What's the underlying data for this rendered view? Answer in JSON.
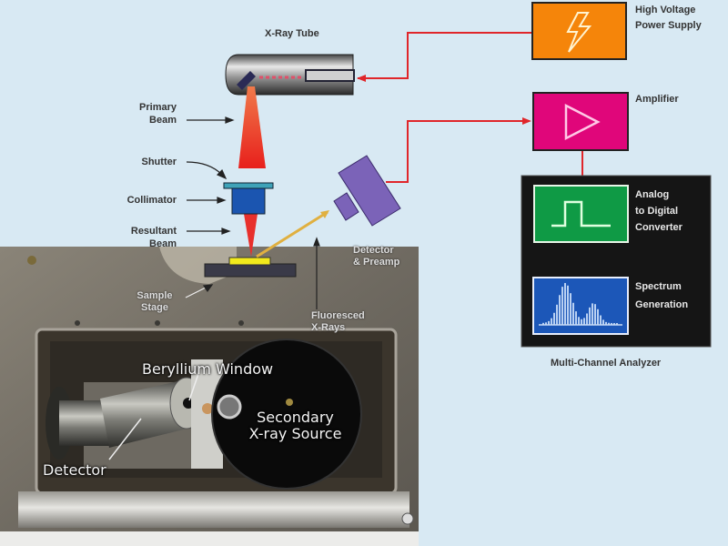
{
  "diagram": {
    "title_tube": "X-Ray Tube",
    "left_labels": {
      "primary_beam": [
        "Primary",
        "Beam"
      ],
      "shutter": "Shutter",
      "collimator": "Collimator",
      "resultant_beam": [
        "Resultant",
        "Beam"
      ],
      "sample_stage": [
        "Sample",
        "Stage"
      ]
    },
    "detector_preamp": [
      "Detector",
      "& Preamp"
    ],
    "fluoresced_xrays": [
      "Fluoresced",
      "X-Rays"
    ],
    "blocks": {
      "power_supply": {
        "label": [
          "High Voltage",
          "Power Supply"
        ],
        "color": "#f5850a",
        "icon": "lightning-icon"
      },
      "amplifier": {
        "label": "Amplifier",
        "color": "#e0067a",
        "icon": "triangle-play-icon"
      },
      "adc": {
        "label": [
          "Analog",
          "to Digital",
          "Converter"
        ],
        "color": "#0f9a45",
        "icon": "square-pulse-icon"
      },
      "spectrum": {
        "label": [
          "Spectrum",
          "Generation"
        ],
        "color": "#1c57b8",
        "icon": "spectrum-peaks-icon"
      },
      "mca": {
        "label": "Multi-Channel Analyzer",
        "color": "#151515"
      }
    },
    "colors": {
      "background": "#d8e9f3",
      "wire": "#e0262a",
      "beam": "#e8302c",
      "detector": "#7b63b8",
      "collimator": "#1b55b0",
      "sample": "#f2ea1c"
    }
  },
  "photo": {
    "labels": {
      "beryllium_window": "Beryllium Window",
      "secondary_source": [
        "Secondary",
        "X-ray Source"
      ],
      "detector": "Detector"
    }
  }
}
